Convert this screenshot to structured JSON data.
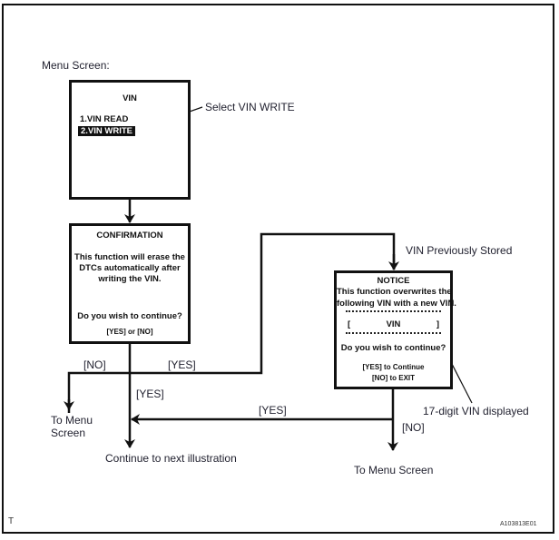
{
  "labels": {
    "menu_screen": "Menu Screen:",
    "select_vin_write": "Select VIN WRITE",
    "vin_previously_stored": "VIN Previously Stored",
    "no_left": "[NO]",
    "yes_top": "[YES]",
    "yes_down": "[YES]",
    "yes_return": "[YES]",
    "no_right": "[NO]",
    "to_menu_screen_left_line1": "To Menu",
    "to_menu_screen_left_line2": "Screen",
    "continue_next": "Continue to next illustration",
    "to_menu_screen_right": "To Menu Screen",
    "vin_displayed": "17-digit VIN displayed"
  },
  "menu_box": {
    "title": "VIN",
    "item1": "1.VIN READ",
    "item2": "2.VIN WRITE"
  },
  "confirmation_box": {
    "title": "CONFIRMATION",
    "line1": "This function will erase the",
    "line2": "DTCs automatically after",
    "line3": "writing the VIN.",
    "question": "Do you wish to continue?",
    "options": "[YES] or [NO]"
  },
  "notice_box": {
    "title": "NOTICE",
    "line1": "This function overwrites the",
    "line2": "following VIN with a new VIN.",
    "bracket_open": "[",
    "vin_field": "VIN",
    "bracket_close": "]",
    "question": "Do you wish to continue?",
    "option_yes": "[YES] to Continue",
    "option_no": "[NO] to EXIT"
  },
  "footer": {
    "corner_mark": "T",
    "figure_id": "A103813E01"
  }
}
